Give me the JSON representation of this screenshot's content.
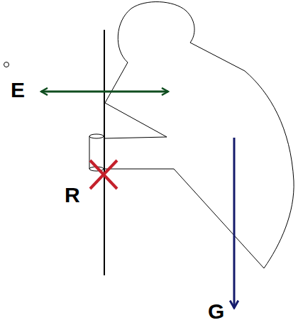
{
  "diagram": {
    "labels": [
      "E",
      "R",
      "G"
    ]
  }
}
